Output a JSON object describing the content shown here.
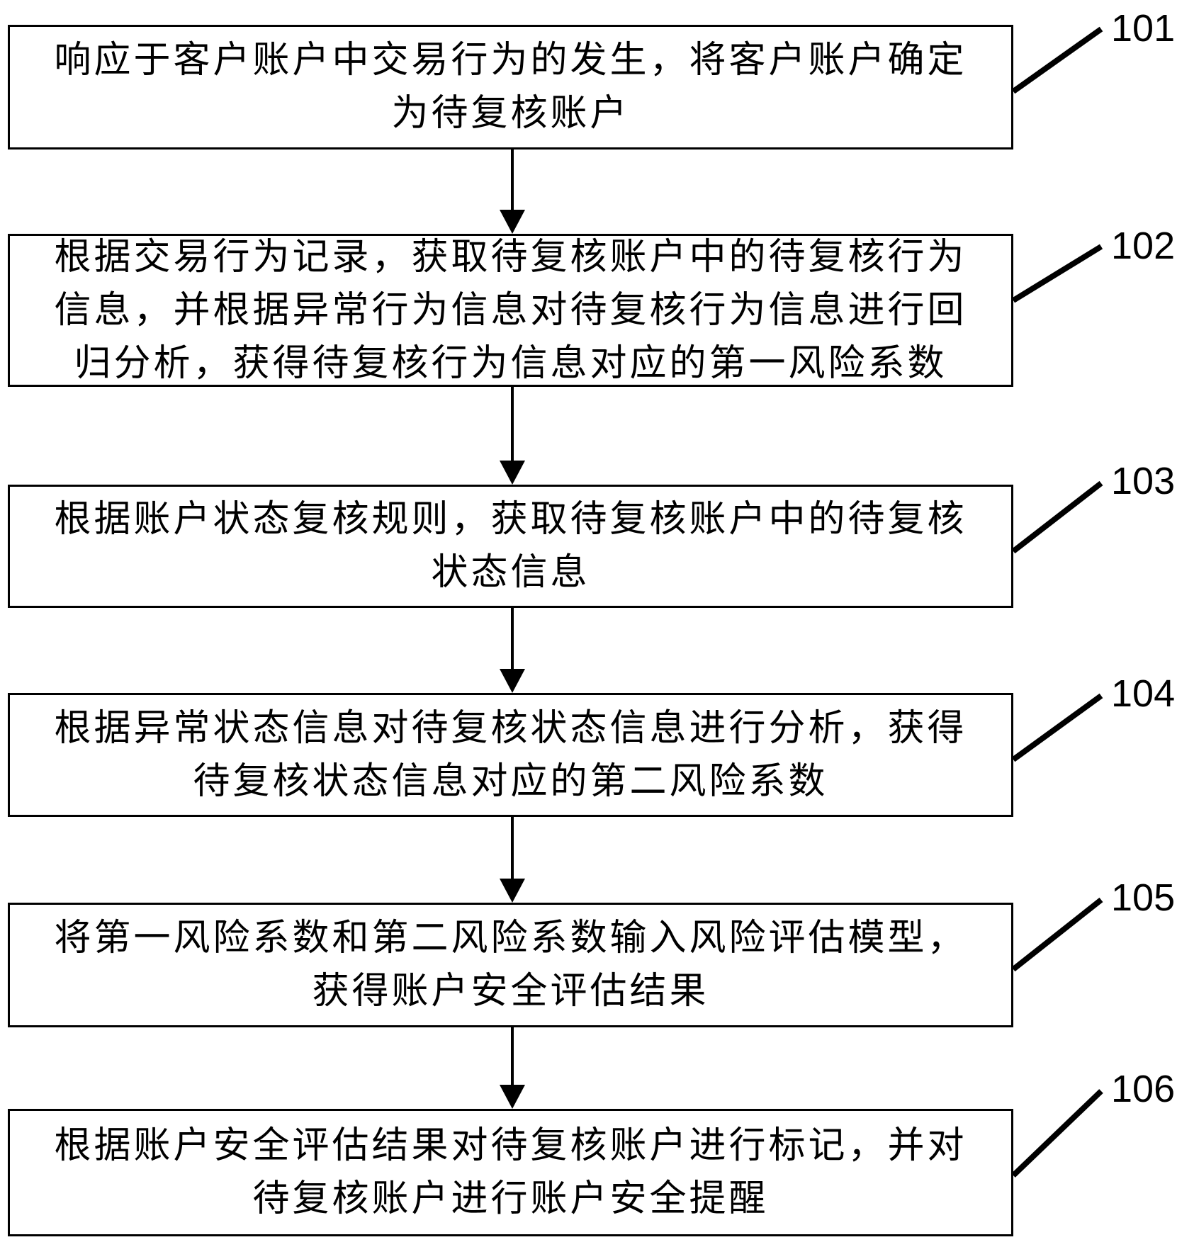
{
  "figure": {
    "type": "flowchart",
    "steps": [
      {
        "label": "101",
        "lines": [
          "响应于客户账户中交易行为的发生，将客户账户确定",
          "为待复核账户"
        ]
      },
      {
        "label": "102",
        "lines": [
          "根据交易行为记录，获取待复核账户中的待复核行为",
          "信息，并根据异常行为信息对待复核行为信息进行回",
          "归分析，获得待复核行为信息对应的第一风险系数"
        ]
      },
      {
        "label": "103",
        "lines": [
          "根据账户状态复核规则，获取待复核账户中的待复核",
          "状态信息"
        ]
      },
      {
        "label": "104",
        "lines": [
          "根据异常状态信息对待复核状态信息进行分析，获得",
          "待复核状态信息对应的第二风险系数"
        ]
      },
      {
        "label": "105",
        "lines": [
          "将第一风险系数和第二风险系数输入风险评估模型，",
          "获得账户安全评估结果"
        ]
      },
      {
        "label": "106",
        "lines": [
          "根据账户安全评估结果对待复核账户进行标记，并对",
          "待复核账户进行账户安全提醒"
        ]
      }
    ]
  },
  "colors": {
    "ink": "#000000",
    "background": "#ffffff"
  }
}
